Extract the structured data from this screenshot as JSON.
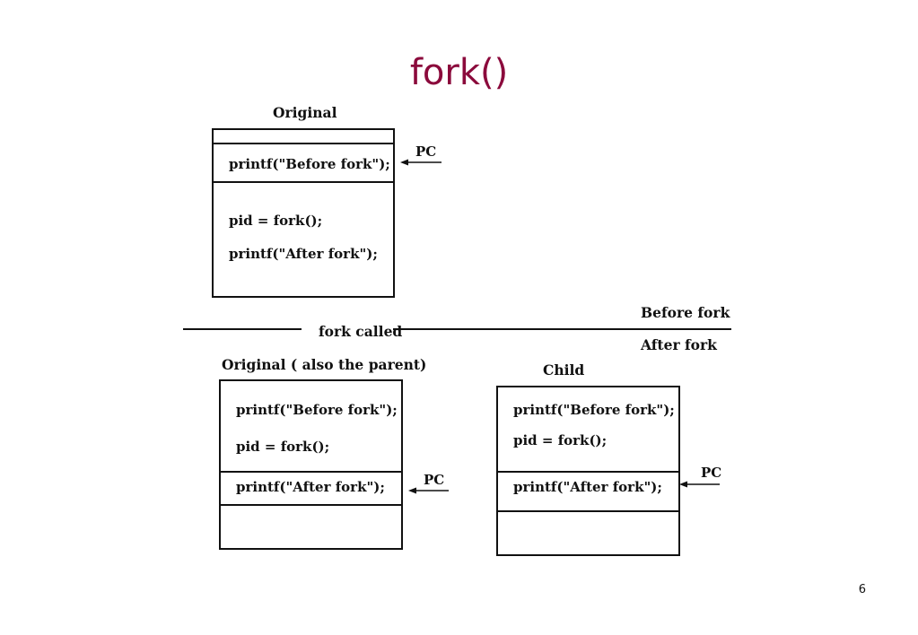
{
  "slide": {
    "title": "fork()",
    "page_number": "6"
  },
  "labels": {
    "original": "Original",
    "before_fork": "Before fork",
    "after_fork": "After fork",
    "fork_called": "fork called",
    "original_parent": "Original ( also the parent)",
    "child": "Child",
    "pc": "PC"
  },
  "code": {
    "before": "printf(\"Before fork\");",
    "fork": "pid = fork();",
    "after": "printf(\"After fork\");"
  }
}
